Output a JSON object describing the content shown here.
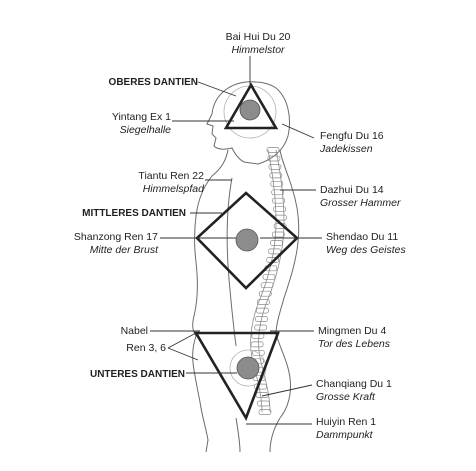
{
  "points": {
    "baihui": {
      "name": "Bai Hui Du 20",
      "sub": "Himmelstor"
    },
    "yintang": {
      "name": "Yintang Ex 1",
      "sub": "Siegelhalle"
    },
    "fengfu": {
      "name": "Fengfu Du 16",
      "sub": "Jadekissen"
    },
    "tiantu": {
      "name": "Tiantu Ren 22",
      "sub": "Himmelspfad"
    },
    "dazhui": {
      "name": "Dazhui Du 14",
      "sub": "Grosser Hammer"
    },
    "shanzong": {
      "name": "Shanzong Ren 17",
      "sub": "Mitte der Brust"
    },
    "shendao": {
      "name": "Shendao Du 11",
      "sub": "Weg des Geistes"
    },
    "nabel": {
      "name": "Nabel"
    },
    "ren36": {
      "name": "Ren 3, 6"
    },
    "mingmen": {
      "name": "Mingmen Du 4",
      "sub": "Tor des Lebens"
    },
    "changqiang": {
      "name": "Chanqiang Du 1",
      "sub": "Grosse Kraft"
    },
    "huiyin": {
      "name": "Huiyin Ren 1",
      "sub": "Dammpunkt"
    }
  },
  "dantien": {
    "upper": "OBERES DANTIEN",
    "middle": "MITTLERES DANTIEN",
    "lower": "UNTERES DANTIEN"
  }
}
